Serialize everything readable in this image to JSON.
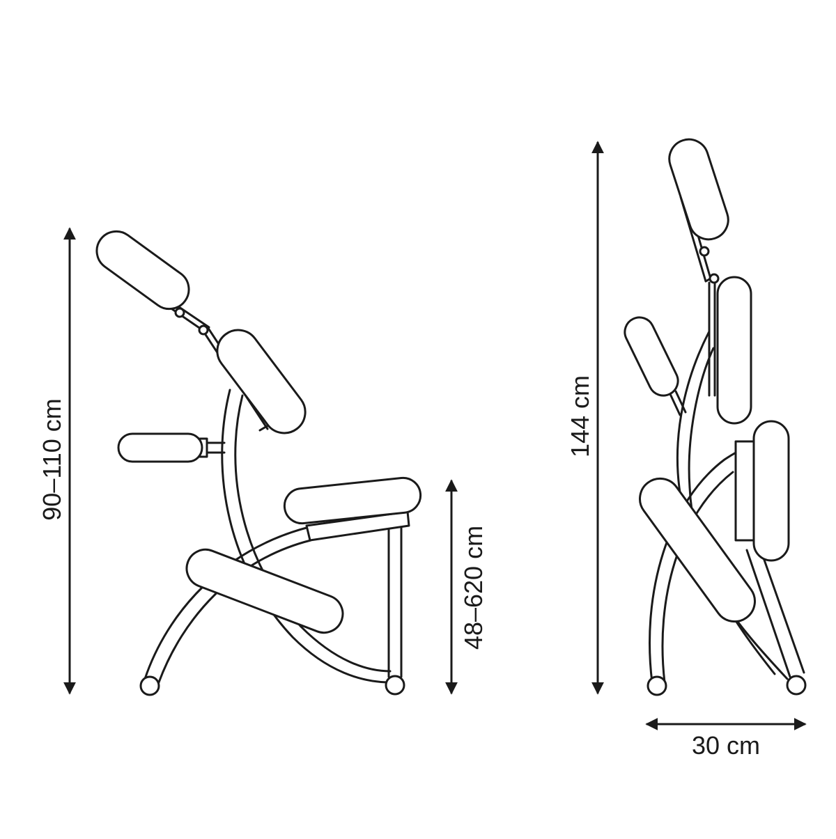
{
  "dimensions": {
    "height_adjustable": "90–110 cm",
    "seat_height": "48–620 cm",
    "folded_height": "144 cm",
    "folded_depth": "30 cm"
  }
}
